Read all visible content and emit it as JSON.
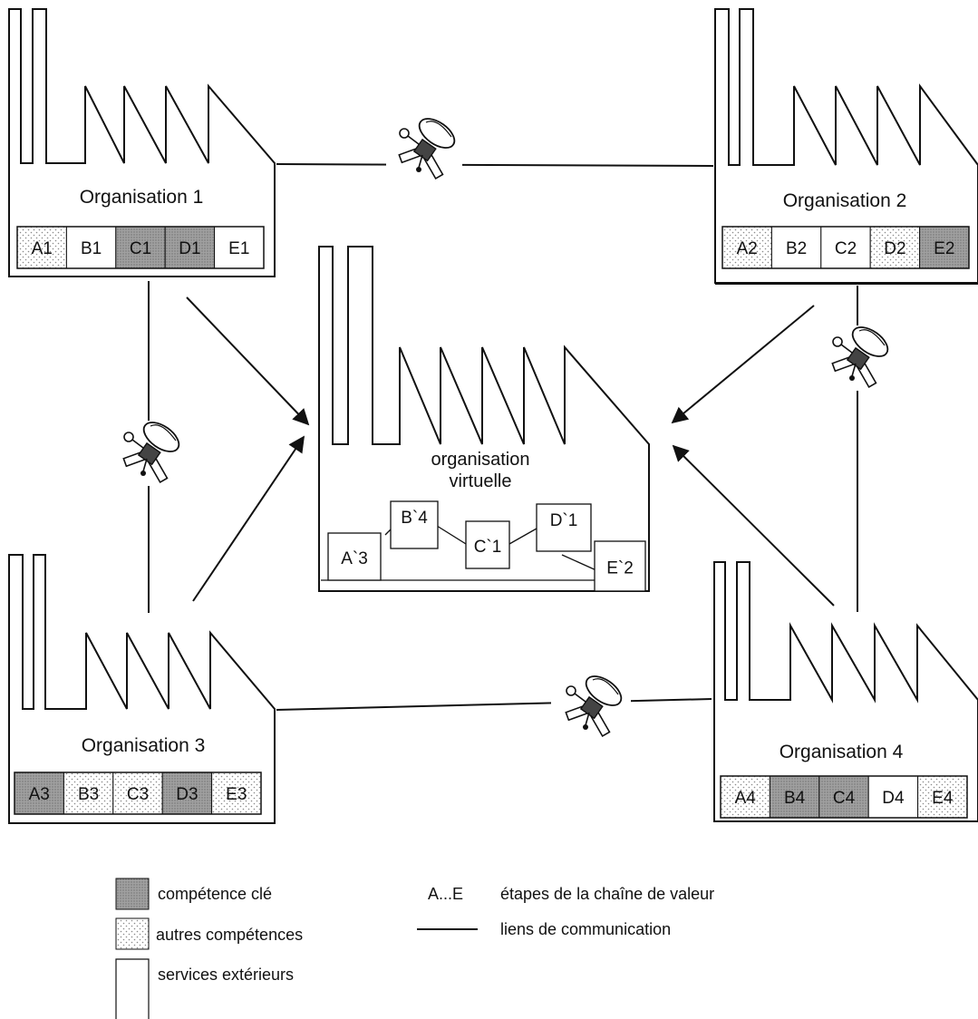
{
  "colors": {
    "key": "#9a9a9a",
    "dots": "#8a8a8a",
    "ink": "#111111",
    "background": "#ffffff"
  },
  "organisations": [
    {
      "id": "org1",
      "label": "Organisation 1",
      "cells": [
        {
          "label": "A1",
          "type": "other"
        },
        {
          "label": "B1",
          "type": "external"
        },
        {
          "label": "C1",
          "type": "key"
        },
        {
          "label": "D1",
          "type": "key"
        },
        {
          "label": "E1",
          "type": "external"
        }
      ]
    },
    {
      "id": "org2",
      "label": "Organisation 2",
      "cells": [
        {
          "label": "A2",
          "type": "other"
        },
        {
          "label": "B2",
          "type": "external"
        },
        {
          "label": "C2",
          "type": "external"
        },
        {
          "label": "D2",
          "type": "other"
        },
        {
          "label": "E2",
          "type": "key"
        }
      ]
    },
    {
      "id": "org3",
      "label": "Organisation 3",
      "cells": [
        {
          "label": "A3",
          "type": "key"
        },
        {
          "label": "B3",
          "type": "other"
        },
        {
          "label": "C3",
          "type": "other"
        },
        {
          "label": "D3",
          "type": "key"
        },
        {
          "label": "E3",
          "type": "other"
        }
      ]
    },
    {
      "id": "org4",
      "label": "Organisation 4",
      "cells": [
        {
          "label": "A4",
          "type": "other"
        },
        {
          "label": "B4",
          "type": "key"
        },
        {
          "label": "C4",
          "type": "key"
        },
        {
          "label": "D4",
          "type": "external"
        },
        {
          "label": "E4",
          "type": "other"
        }
      ]
    }
  ],
  "virtual": {
    "label_line1": "organisation",
    "label_line2": "virtuelle",
    "boxes": [
      {
        "label": "A`3"
      },
      {
        "label": "B`4"
      },
      {
        "label": "C`1"
      },
      {
        "label": "D`1"
      },
      {
        "label": "E`2"
      }
    ]
  },
  "legend": {
    "key_competence": "compétence clé",
    "other_competences": "autres compétences",
    "external_services": "services extérieurs",
    "stages_symbol": "A...E",
    "stages_text": "étapes de la chaîne de valeur",
    "links_text": "liens de communication"
  }
}
